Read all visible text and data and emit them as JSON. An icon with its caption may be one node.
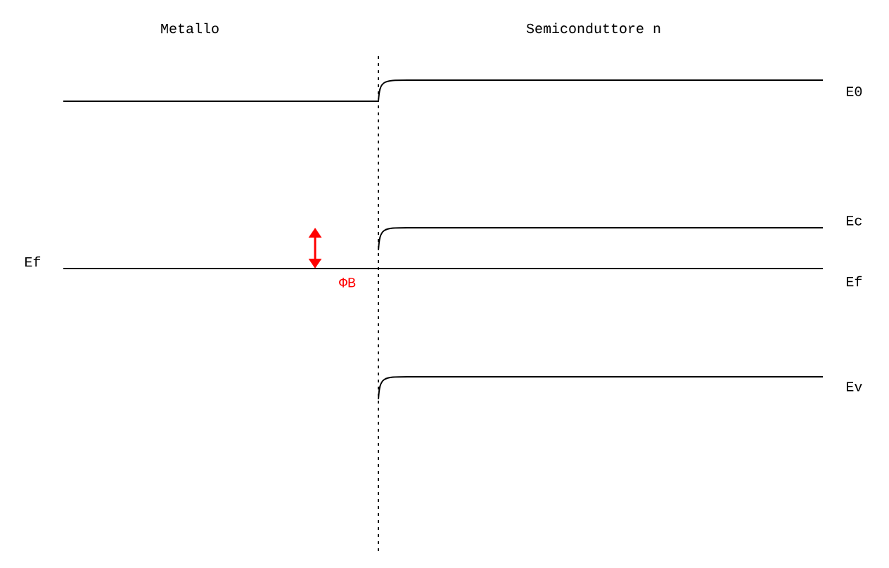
{
  "diagram": {
    "labels": [
      "Metallo",
      "Semiconduttore n",
      "E0",
      "Ec",
      "Ef",
      "Ef",
      "ΦB",
      "Ev"
    ]
  }
}
